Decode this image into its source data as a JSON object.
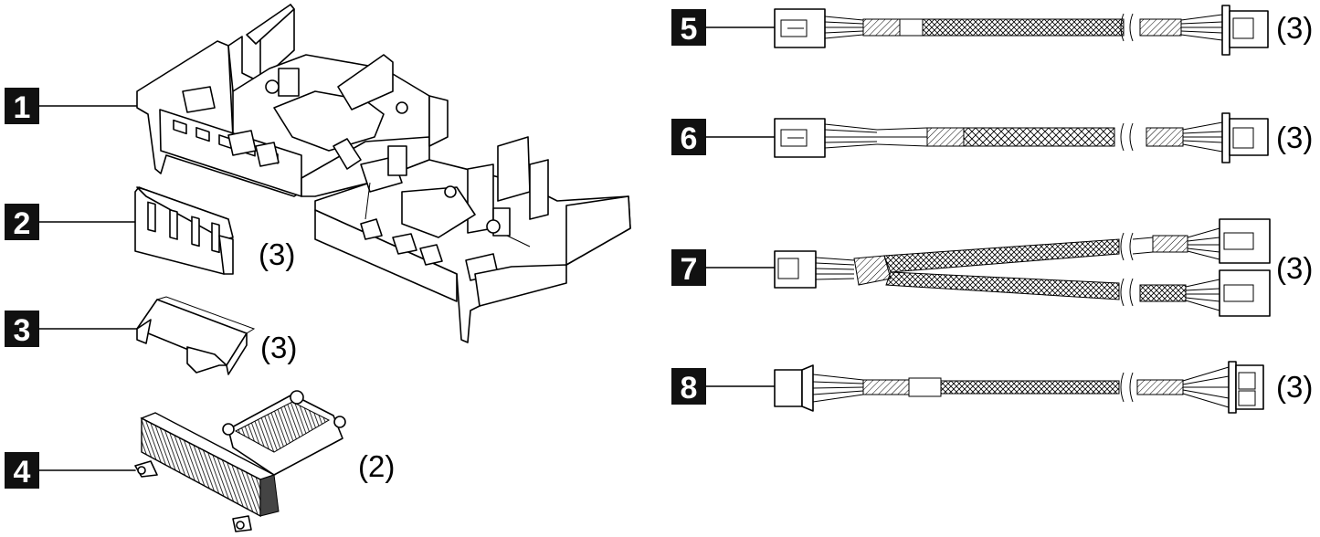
{
  "callouts": [
    {
      "id": "1",
      "number": "1",
      "qty": ""
    },
    {
      "id": "2",
      "number": "2",
      "qty": "(3)"
    },
    {
      "id": "3",
      "number": "3",
      "qty": "(3)"
    },
    {
      "id": "4",
      "number": "4",
      "qty": "(2)"
    },
    {
      "id": "5",
      "number": "5",
      "qty": "(3)"
    },
    {
      "id": "6",
      "number": "6",
      "qty": "(3)"
    },
    {
      "id": "7",
      "number": "7",
      "qty": "(3)"
    },
    {
      "id": "8",
      "number": "8",
      "qty": "(3)"
    }
  ],
  "colors": {
    "line": "#000000",
    "label_bg": "#111111",
    "label_text": "#ffffff",
    "background": "#ffffff"
  }
}
